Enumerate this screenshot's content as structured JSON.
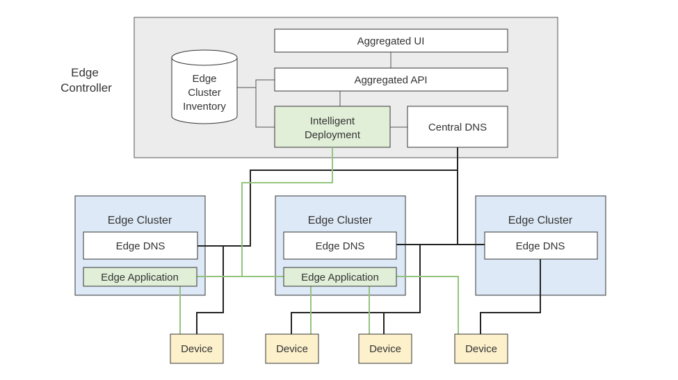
{
  "controller": {
    "label_line1": "Edge",
    "label_line2": "Controller",
    "aggregated_ui": "Aggregated UI",
    "aggregated_api": "Aggregated API",
    "inventory_line1": "Edge",
    "inventory_line2": "Cluster",
    "inventory_line3": "Inventory",
    "deployment_line1": "Intelligent",
    "deployment_line2": "Deployment",
    "central_dns": "Central DNS"
  },
  "clusters": [
    {
      "title": "Edge Cluster",
      "dns": "Edge DNS",
      "app": "Edge Application"
    },
    {
      "title": "Edge Cluster",
      "dns": "Edge DNS",
      "app": "Edge Application"
    },
    {
      "title": "Edge Cluster",
      "dns": "Edge DNS"
    }
  ],
  "devices": [
    "Device",
    "Device",
    "Device",
    "Device"
  ],
  "colors": {
    "controller_bg": "#ececec",
    "cluster_bg": "#dde9f6",
    "green_box": "#e1efd8",
    "device_box": "#fdf1cc",
    "dns_link": "#222222",
    "app_link": "#93c47d"
  }
}
